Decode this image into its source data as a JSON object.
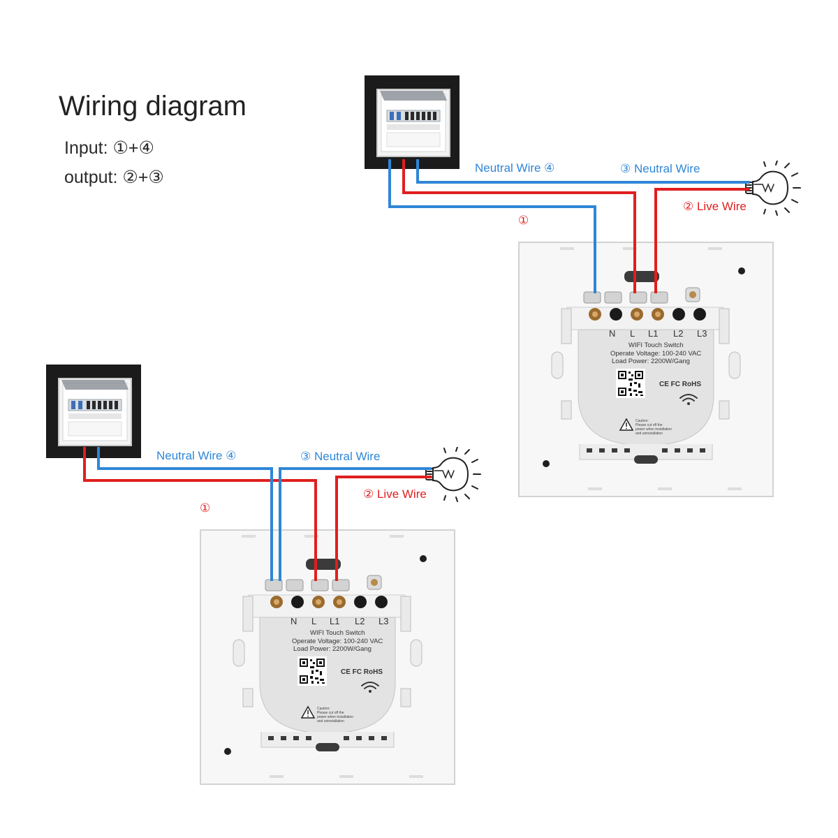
{
  "title": "Wiring diagram",
  "legend": {
    "input": "Input:  ①+④",
    "output": "output: ②+③"
  },
  "wire_labels": {
    "neutral_in": "Neutral Wire ④",
    "neutral_out": "③ Neutral Wire",
    "live": "② Live Wire",
    "live_in": "①"
  },
  "switch": {
    "terminals": [
      "N",
      "L",
      "L1",
      "L2",
      "L3"
    ],
    "product": "WIFI Touch Switch",
    "voltage": "Operate Voltage: 100-240 VAC",
    "load": "Load Power: 2200W/Gang",
    "cert": "CE FC RoHS",
    "caution_title": "Caution:",
    "caution_line1": "Please cut off the",
    "caution_line2": "power when installation",
    "caution_line3": "and uninstallation"
  },
  "colors": {
    "neutral_wire": "#2f86d6",
    "live_wire": "#e01f1f"
  },
  "icons": {
    "breaker_box": "breaker-box-icon",
    "bulb": "light-bulb-icon",
    "qr": "qr-code-icon",
    "wifi": "wifi-icon",
    "warning": "warning-icon"
  }
}
